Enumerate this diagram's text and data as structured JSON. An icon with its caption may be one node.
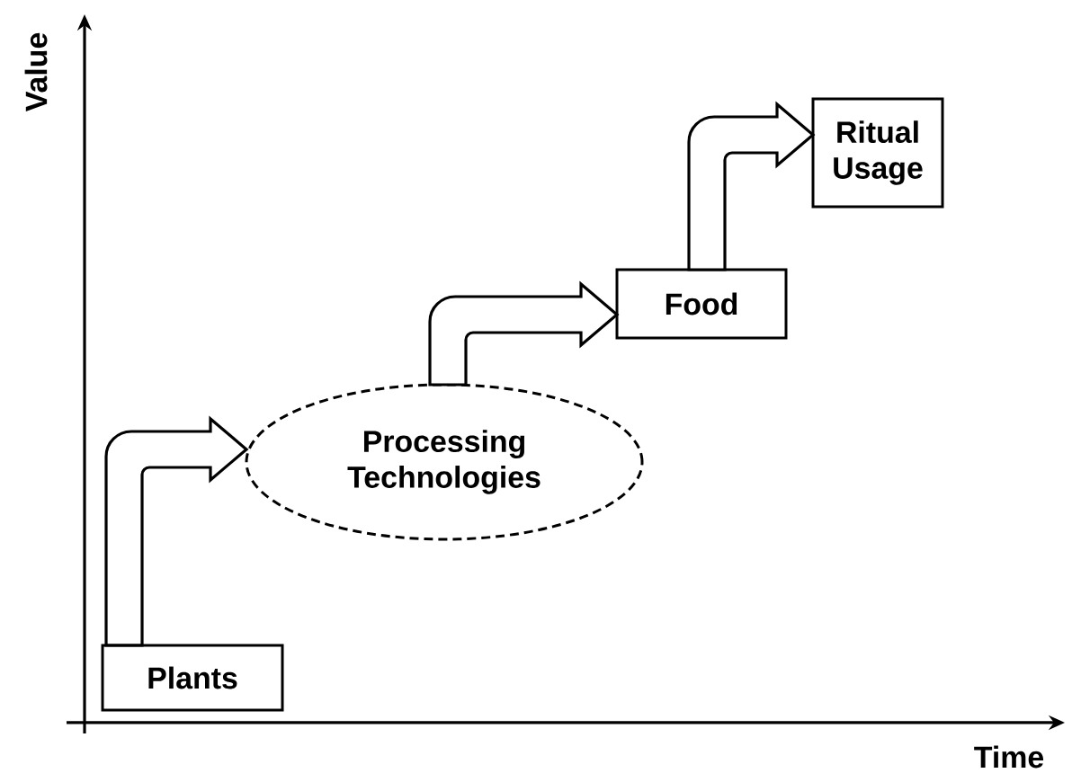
{
  "diagram": {
    "nodes": [
      {
        "text": [
          "Plants"
        ]
      },
      {
        "text": [
          "Processing Technologies"
        ]
      },
      {
        "text": [
          "Food"
        ]
      },
      {
        "text": [
          "Ritual Usage"
        ]
      }
    ],
    "edges": [
      {
        "from": 0,
        "to": 1,
        "arrow": "to"
      },
      {
        "from": 1,
        "to": 2,
        "arrow": "to"
      },
      {
        "from": 2,
        "to": 3,
        "arrow": "to"
      }
    ],
    "labels": [
      "Value",
      "Time"
    ]
  }
}
